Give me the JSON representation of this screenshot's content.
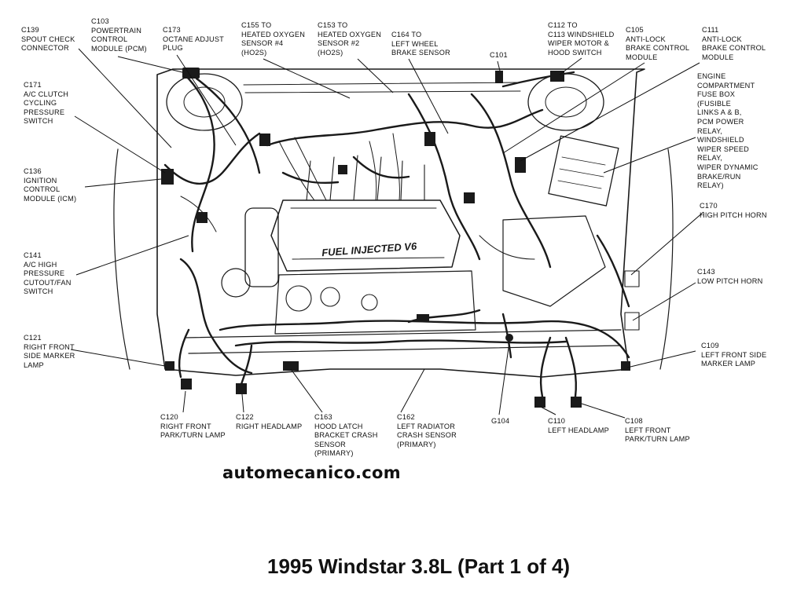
{
  "watermark": "automecanico.com",
  "caption": "1995 Windstar 3.8L (Part 1 of 4)",
  "engine_lettering": "FUEL INJECTED V6",
  "callouts": [
    {
      "id": "c139",
      "lines": [
        "C139",
        "SPOUT CHECK",
        "CONNECTOR"
      ]
    },
    {
      "id": "c103",
      "lines": [
        "C103",
        "POWERTRAIN",
        "CONTROL",
        "MODULE (PCM)"
      ]
    },
    {
      "id": "c173",
      "lines": [
        "C173",
        "OCTANE ADJUST",
        "PLUG"
      ]
    },
    {
      "id": "c155",
      "lines": [
        "C155 TO",
        "HEATED OXYGEN",
        "SENSOR #4",
        "(HO2S)"
      ]
    },
    {
      "id": "c153",
      "lines": [
        "C153 TO",
        "HEATED OXYGEN",
        "SENSOR #2",
        "(HO2S)"
      ]
    },
    {
      "id": "c164",
      "lines": [
        "C164 TO",
        "LEFT WHEEL",
        "BRAKE SENSOR"
      ]
    },
    {
      "id": "c101",
      "lines": [
        "C101"
      ]
    },
    {
      "id": "c112",
      "lines": [
        "C112 TO",
        "C113 WINDSHIELD",
        "WIPER MOTOR &",
        "HOOD SWITCH"
      ]
    },
    {
      "id": "c105",
      "lines": [
        "C105",
        "ANTI-LOCK",
        "BRAKE CONTROL",
        "MODULE"
      ]
    },
    {
      "id": "c111",
      "lines": [
        "C111",
        "ANTI-LOCK",
        "BRAKE CONTROL",
        "MODULE"
      ]
    },
    {
      "id": "c171",
      "lines": [
        "C171",
        "A/C CLUTCH",
        "CYCLING",
        "PRESSURE",
        "SWITCH"
      ]
    },
    {
      "id": "fusebox",
      "lines": [
        "ENGINE",
        "COMPARTMENT",
        "FUSE BOX",
        "(FUSIBLE",
        "LINKS A & B,",
        "PCM POWER",
        "RELAY,",
        "WINDSHIELD",
        "WIPER SPEED",
        "RELAY,",
        "WIPER DYNAMIC",
        "BRAKE/RUN",
        "RELAY)"
      ]
    },
    {
      "id": "c136",
      "lines": [
        "C136",
        "IGNITION",
        "CONTROL",
        "MODULE (ICM)"
      ]
    },
    {
      "id": "c170",
      "lines": [
        "C170",
        "HIGH PITCH HORN"
      ]
    },
    {
      "id": "c141",
      "lines": [
        "C141",
        "A/C HIGH",
        "PRESSURE",
        "CUTOUT/FAN",
        "SWITCH"
      ]
    },
    {
      "id": "c143",
      "lines": [
        "C143",
        "LOW PITCH HORN"
      ]
    },
    {
      "id": "c121",
      "lines": [
        "C121",
        "RIGHT FRONT",
        "SIDE MARKER",
        "LAMP"
      ]
    },
    {
      "id": "c109",
      "lines": [
        "C109",
        "LEFT FRONT SIDE",
        "MARKER LAMP"
      ]
    },
    {
      "id": "c120",
      "lines": [
        "C120",
        "RIGHT FRONT",
        "PARK/TURN LAMP"
      ]
    },
    {
      "id": "c122",
      "lines": [
        "C122",
        "RIGHT HEADLAMP"
      ]
    },
    {
      "id": "c163",
      "lines": [
        "C163",
        "HOOD LATCH",
        "BRACKET CRASH",
        "SENSOR",
        "(PRIMARY)"
      ]
    },
    {
      "id": "c162",
      "lines": [
        "C162",
        "LEFT RADIATOR",
        "CRASH SENSOR",
        "(PRIMARY)"
      ]
    },
    {
      "id": "g104",
      "lines": [
        "G104"
      ]
    },
    {
      "id": "c110",
      "lines": [
        "C110",
        "LEFT HEADLAMP"
      ]
    },
    {
      "id": "c108",
      "lines": [
        "C108",
        "LEFT FRONT",
        "PARK/TURN LAMP"
      ]
    }
  ]
}
